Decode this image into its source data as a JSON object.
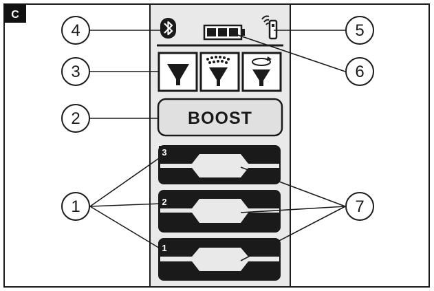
{
  "figure_label": "C",
  "boost_label": "BOOST",
  "levels": [
    "3",
    "2",
    "1"
  ],
  "callouts": [
    "4",
    "5",
    "3",
    "6",
    "2",
    "1",
    "7"
  ],
  "icons": {
    "bluetooth": "bluetooth-icon",
    "battery": "battery-icon",
    "remote": "remote-signal-icon",
    "spray_jet": "jet-spray-icon",
    "spray_shower": "shower-spray-icon",
    "spray_rotate": "rotating-spray-icon"
  },
  "colors": {
    "panel": "#e9e9e9",
    "outline": "#1a1a1a",
    "corner_tag": "#111111"
  }
}
